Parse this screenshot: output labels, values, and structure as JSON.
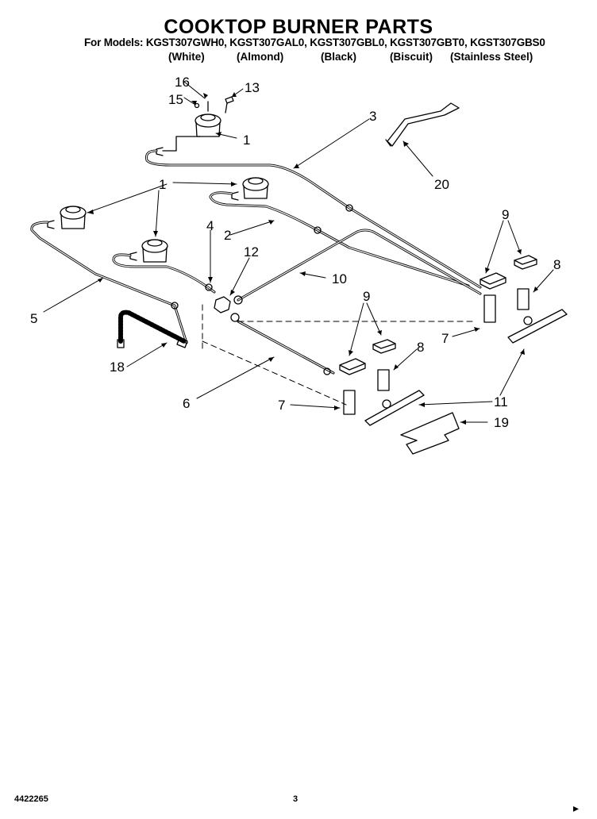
{
  "title": "COOKTOP BURNER PARTS",
  "models_line": "For Models: KGST307GWH0, KGST307GAL0, KGST307GBL0, KGST307GBT0, KGST307GBS0",
  "colors": [
    "(White)",
    "(Almond)",
    "(Black)",
    "(Biscuit)",
    "(Stainless Steel)"
  ],
  "callouts": {
    "c16": "16",
    "c13": "13",
    "c15": "15",
    "c1a": "1",
    "c3": "3",
    "c20": "20",
    "c1b": "1",
    "c4": "4",
    "c2": "2",
    "c9a": "9",
    "c12": "12",
    "c10": "10",
    "c8a": "8",
    "c5": "5",
    "c9b": "9",
    "c7a": "7",
    "c8b": "8",
    "c18": "18",
    "c6": "6",
    "c11": "11",
    "c7b": "7",
    "c19": "19"
  },
  "footer": {
    "part_number": "4422265",
    "page": "3"
  },
  "line_color": "#000000"
}
